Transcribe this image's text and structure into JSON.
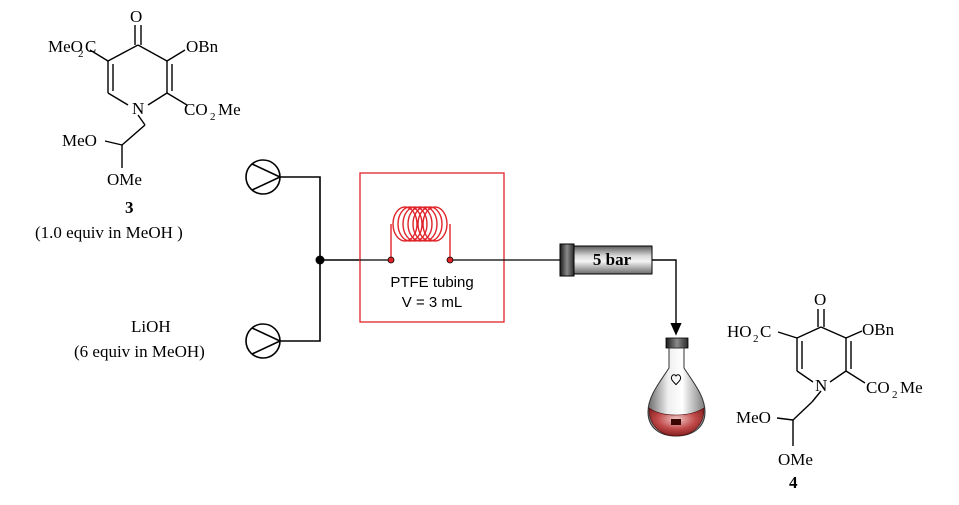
{
  "compound_3": {
    "atoms": {
      "top_o": "O",
      "left_ester": "MeO",
      "left_ester_sub": "2",
      "left_ester_end": "C",
      "right_sub": "OBn",
      "ester_right_1": "CO",
      "ester_right_sub": "2",
      "ester_right_2": "Me",
      "n": "N",
      "meo": "MeO",
      "ome": "OMe"
    },
    "number": "3",
    "equiv": "(1.0 equiv in MeOH )"
  },
  "compound_4": {
    "atoms": {
      "top_o": "O",
      "left_acid": "HO",
      "left_acid_sub": "2",
      "left_acid_end": "C",
      "right_sub": "OBn",
      "ester_right_1": "CO",
      "ester_right_sub": "2",
      "ester_right_2": "Me",
      "n": "N",
      "meo": "MeO",
      "ome": "OMe"
    },
    "number": "4"
  },
  "reagent": {
    "name": "LiOH",
    "equiv": "(6 equiv in MeOH)"
  },
  "reactor": {
    "tubing": "PTFE tubing",
    "volume": "V = 3 mL",
    "color": "#e0242a"
  },
  "bpr": {
    "label": "5 bar"
  }
}
